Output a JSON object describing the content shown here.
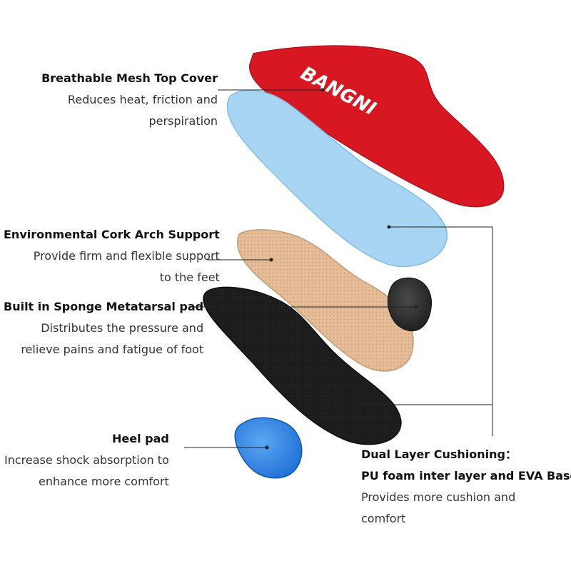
{
  "brand": {
    "logo_text": "BANGNI"
  },
  "colors": {
    "top_cover": "#e21b26",
    "eva_layer": "#a9d6f3",
    "cork": "#e8c19f",
    "foam_base": "#1c1c1c",
    "heel_pad": "#2f86e6",
    "leader_line": "#222222"
  },
  "labels": {
    "mesh": {
      "title": "Breathable Mesh Top Cover",
      "desc1": "Reduces heat, friction and",
      "desc2": "perspiration"
    },
    "cork": {
      "title": "Environmental Cork Arch Support",
      "desc1": "Provide firm and flexible support",
      "desc2": "to the feet"
    },
    "metatarsal": {
      "title": "Built in Sponge Metatarsal pad",
      "desc1": "Distributes the pressure and",
      "desc2": "relieve pains and fatigue of foot"
    },
    "heel": {
      "title": "Heel pad",
      "desc1": "Increase shock absorption to",
      "desc2": "enhance more comfort"
    },
    "dual": {
      "title1": "Dual Layer Cushioning：",
      "title2": "PU foam inter layer and EVA Base",
      "desc1": "Provides more cushion and",
      "desc2": "comfort"
    }
  }
}
